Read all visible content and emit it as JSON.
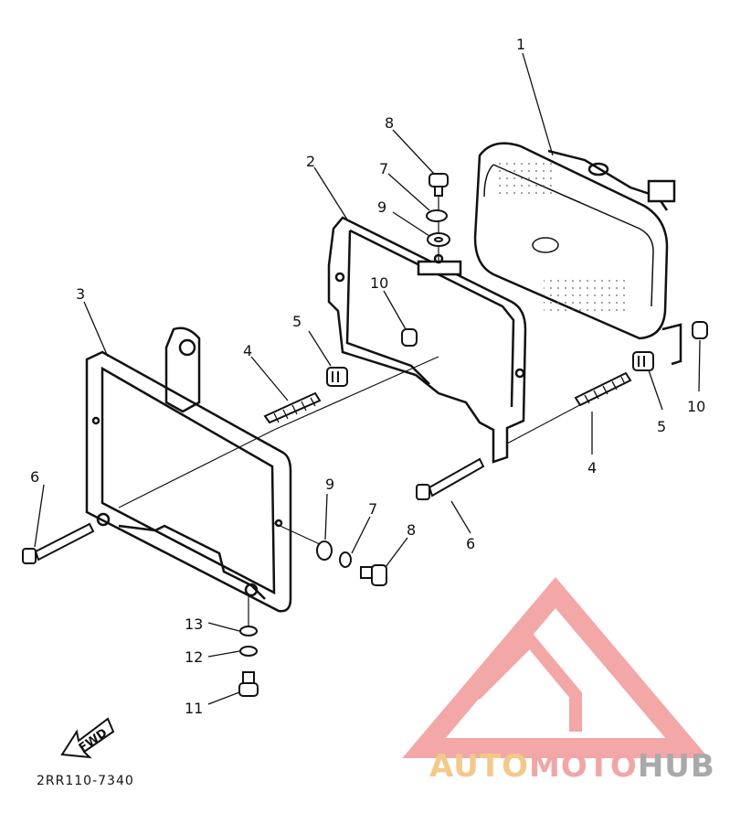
{
  "diagram": {
    "callouts": {
      "c1": "1",
      "c2": "2",
      "c3": "3",
      "c4a": "4",
      "c4b": "4",
      "c5a": "5",
      "c5b": "5",
      "c6a": "6",
      "c6b": "6",
      "c7a": "7",
      "c7b": "7",
      "c8a": "8",
      "c8b": "8",
      "c9a": "9",
      "c9b": "9",
      "c10a": "10",
      "c10b": "10",
      "c11": "11",
      "c12": "12",
      "c13": "13"
    },
    "fwd_label": "FWD",
    "diagram_code": "2RR110-7340"
  },
  "watermark": {
    "part1": "AUTO",
    "part2": "MOTO",
    "part3": "HUB",
    "colors": {
      "auto": "#f3c98a",
      "moto": "#f2a5a5",
      "hub": "#a9a9a9",
      "logo": "#f08a8a"
    }
  }
}
